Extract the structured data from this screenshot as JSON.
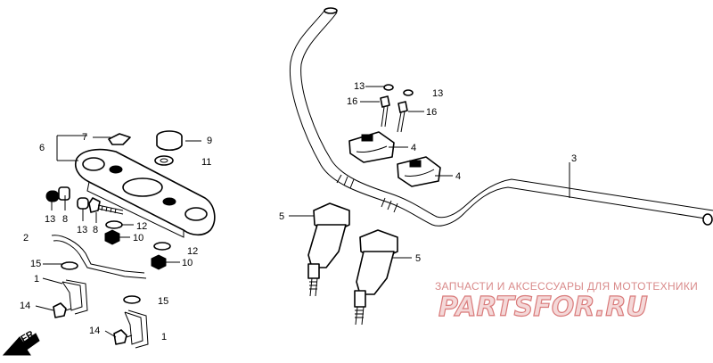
{
  "labels": {
    "l1a": "1",
    "l1b": "1",
    "l2": "2",
    "l3": "3",
    "l4a": "4",
    "l4b": "4",
    "l5a": "5",
    "l5b": "5",
    "l6": "6",
    "l7": "7",
    "l8a": "8",
    "l8b": "8",
    "l9": "9",
    "l10a": "10",
    "l10b": "10",
    "l11": "11",
    "l12a": "12",
    "l12b": "12",
    "l13a": "13",
    "l13b": "13",
    "l13c": "13",
    "l13d": "13",
    "l14a": "14",
    "l14b": "14",
    "l15a": "15",
    "l15b": "15",
    "l16a": "16",
    "l16b": "16"
  },
  "front_marker": "FR.",
  "watermark": {
    "line1": "ЗАПЧАСТИ И АКСЕССУАРЫ ДЛЯ МОТОТЕХНИКИ",
    "line2": "PARTSFOR.RU"
  }
}
